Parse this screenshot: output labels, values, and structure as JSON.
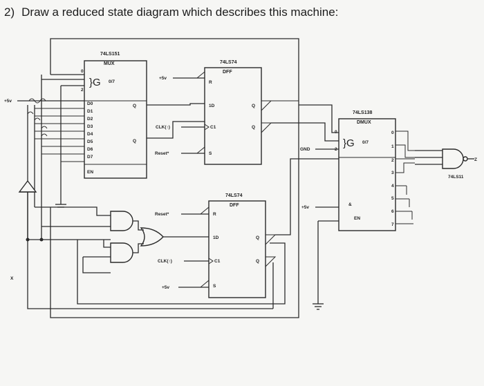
{
  "question": {
    "number": "2)",
    "text": "Draw a reduced state diagram which describes this machine:"
  },
  "mux": {
    "part": "74LS151",
    "name": "MUX",
    "sel_top": "0",
    "sel_bot": "2",
    "g_symbol": "}G",
    "g_frac": "0/7",
    "inputs": [
      "D0",
      "D1",
      "D2",
      "D3",
      "D4",
      "D5",
      "D6",
      "D7"
    ],
    "enable": "EN"
  },
  "dff_top": {
    "part": "74LS74",
    "name": "DFF",
    "reset": "R",
    "d": "1D",
    "clk": "C1",
    "set": "S",
    "q_top": "Q",
    "q_bot": "Q"
  },
  "dff_bot": {
    "part": "74LS74",
    "name": "DFF",
    "reset": "R",
    "d": "1D",
    "clk": "C1",
    "set": "S",
    "q_top": "Q",
    "q_bot": "Q"
  },
  "dmux": {
    "part": "74LS138",
    "name": "DMUX",
    "sel_top": "0",
    "sel_bot": "2",
    "g_symbol": "}G",
    "g_frac": "0/7",
    "outputs": [
      "0",
      "1",
      "2",
      "3",
      "4",
      "5",
      "6",
      "7"
    ],
    "enable": "EN",
    "amp": "&"
  },
  "nand": {
    "part": "74LS11",
    "output": "Z"
  },
  "signals": {
    "plus5v": "+5v",
    "clk": "CLK(↑)",
    "reset": "Reset*",
    "gnd": "GND",
    "x": "X",
    "q_mux": "Q",
    "q_mux2": "Q"
  }
}
